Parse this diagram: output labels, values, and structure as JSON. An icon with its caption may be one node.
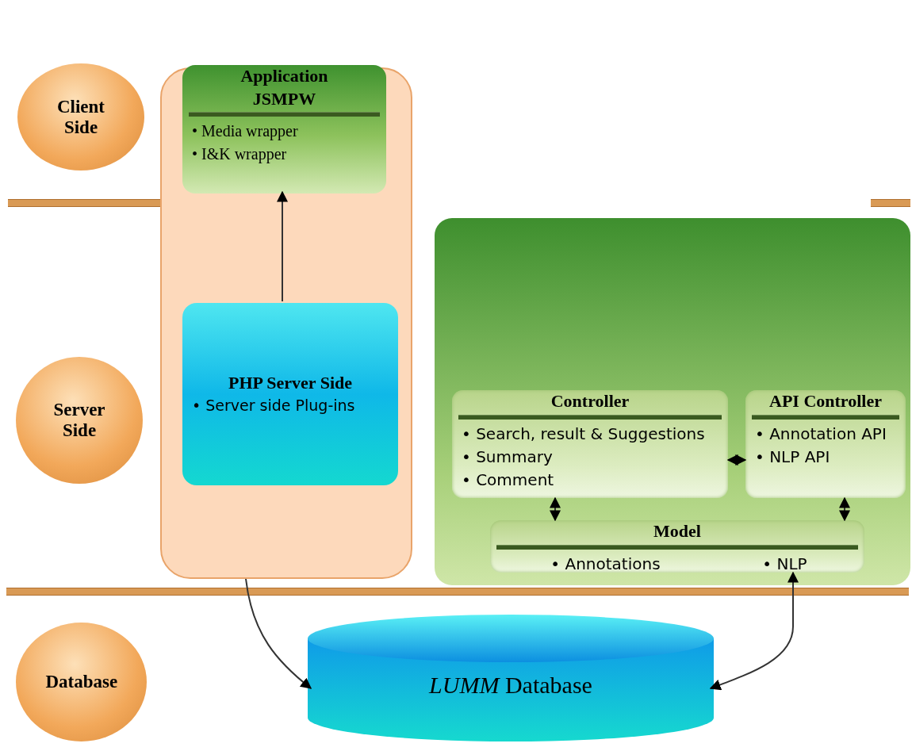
{
  "diagram": {
    "nodes": [
      {
        "text": [
          "Client Side"
        ]
      },
      {
        "text": [
          "Server Side"
        ]
      },
      {
        "text": [
          "Database"
        ]
      },
      {
        "text": [],
        "shape": "box"
      },
      {
        "text": [
          "Application",
          "JSMPW",
          "• Media wrapper",
          "• I&K wrapper"
        ],
        "in": 3
      },
      {
        "text": [
          "PHP Server Side",
          "• Server side Plug-ins"
        ],
        "in": 3
      },
      {
        "text": [],
        "shape": "box"
      },
      {
        "text": [
          "Controller",
          "• Search, result & Suggestions",
          "• Summary",
          "• Comment"
        ],
        "in": 6
      },
      {
        "text": [
          "API Controller",
          "• Annotation API",
          "• NLP API"
        ],
        "in": 6
      },
      {
        "text": [
          "Model",
          "• Annotations",
          "• NLP"
        ],
        "in": 6
      },
      {
        "text": [
          "*LUMM* Database"
        ]
      }
    ],
    "edges": [
      {
        "from": 5,
        "to": 4,
        "arrow": "to"
      },
      {
        "from": 7,
        "to": 8,
        "arrow": "both"
      },
      {
        "from": 7,
        "to": 9,
        "arrow": "both"
      },
      {
        "from": 8,
        "to": 9,
        "arrow": "both"
      },
      {
        "from": 3,
        "to": 10,
        "arrow": "to"
      },
      {
        "from": 9,
        "to": 10,
        "arrow": "both"
      }
    ]
  }
}
